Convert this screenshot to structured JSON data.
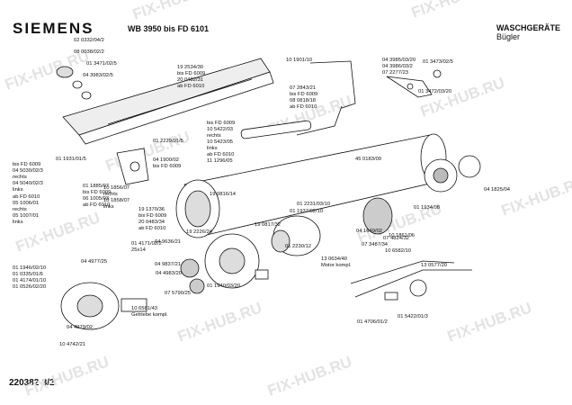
{
  "header": {
    "brand": "SIEMENS",
    "model": "WB 3950 bis FD 6101",
    "category": "WASCHGERÄTE",
    "subcategory": "Bügler"
  },
  "footer": {
    "doc_id": "220382-3/2"
  },
  "watermark": "FIX-HUB.RU",
  "labels": [
    "02 0332/04/2",
    "08 0038/02/2",
    "01 3471/02/5",
    "04 3983/02/5",
    "19 2534/30",
    "bis FD 6009",
    "20 0482/31",
    "ab FD 6010",
    "10 1901/10",
    "04 3985/03/20",
    "04 3986/03/2",
    "07 2277/23",
    "01 3473/02/5",
    "01 3472/03/20",
    "07 2843/21",
    "bis FD 6009",
    "08 0818/18",
    "ab FD 6010",
    "bis FD 6009",
    "10 5422/03",
    "rechts",
    "10 5423/05",
    "links",
    "ab FD 6010",
    "11 1296/05",
    "01 2229/01/5",
    "bis FD 6009",
    "01 1931/01/5",
    "04 5030/02/3",
    "rechts",
    "04 5040/02/3",
    "links",
    "ab FD 6010",
    "05 1006/01",
    "rechts",
    "05 1007/01",
    "links",
    "01 1885/07",
    "bis FD 6009",
    "06 1005/03",
    "ab FD 6010",
    "04 1900/02",
    "bis FD 6009",
    "10 1856/07",
    "rechts",
    "10 1858/07",
    "links",
    "45 0183/09",
    "19 0816/14",
    "19 1370/36",
    "bis FD 6009",
    "20 0483/34",
    "ab FD 6010",
    "01 2231/03/10",
    "01 1937/02/10",
    "01 1934/08",
    "04 1825/04",
    "19 0817/32",
    "04 1649/02",
    "07 3487/34",
    "07 4824/32",
    "19 2226/24",
    "04 9636/21",
    "01 4171/02/2",
    "25x14",
    "01 2230/12",
    "13 0634/40",
    "Motor kompl.",
    "10 1861/06",
    "01 1946/02/10",
    "01 0335/01/6",
    "01 4174/01/10",
    "01 0526/02/20",
    "04 4977/25",
    "04 9837/21",
    "04 4983/20",
    "07 5790/25",
    "01 1940/03/20",
    "10 6581/43",
    "Getriebe kompl.",
    "10 6582/10",
    "13 0577/20",
    "01 4706/01/2",
    "01 5422/01/3",
    "04 4979/02",
    "10 4742/21"
  ]
}
